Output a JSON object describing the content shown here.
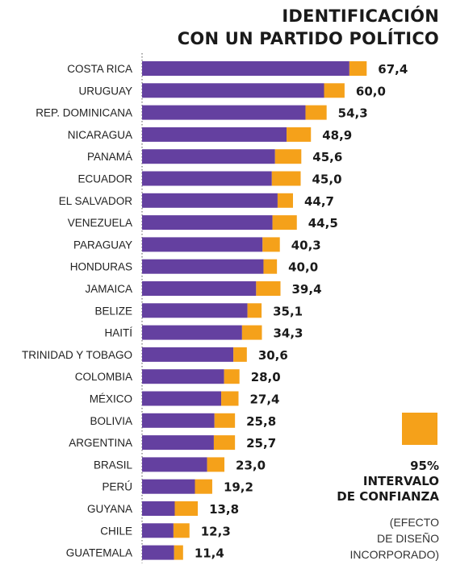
{
  "title_lines": [
    "IDENTIFICACIÓN",
    "CON UN PARTIDO POLÍTICO"
  ],
  "colors": {
    "bar": "#6440a0",
    "ci": "#f5a11a",
    "axis": "#555555"
  },
  "legend": {
    "title_lines": [
      "95%",
      "INTERVALO",
      "DE CONFIANZA"
    ],
    "note_lines": [
      "(EFECTO",
      "DE DISEÑO",
      "INCORPORADO)"
    ]
  },
  "chart_data": {
    "type": "bar",
    "orientation": "horizontal",
    "title": "IDENTIFICACIÓN CON UN PARTIDO POLÍTICO",
    "categories": [
      "COSTA RICA",
      "URUGUAY",
      "REP. DOMINICANA",
      "NICARAGUA",
      "PANAMÁ",
      "ECUADOR",
      "EL SALVADOR",
      "VENEZUELA",
      "PARAGUAY",
      "HONDURAS",
      "JAMAICA",
      "BELIZE",
      "HAITÍ",
      "TRINIDAD Y TOBAGO",
      "COLOMBIA",
      "MÉXICO",
      "BOLIVIA",
      "ARGENTINA",
      "BRASIL",
      "PERÚ",
      "GUYANA",
      "CHILE",
      "GUATEMALA"
    ],
    "values": [
      67.4,
      60.0,
      54.3,
      48.9,
      45.6,
      45.0,
      44.7,
      44.5,
      40.3,
      40.0,
      39.4,
      35.1,
      34.3,
      30.6,
      28.0,
      27.4,
      25.8,
      25.7,
      23.0,
      19.2,
      13.8,
      12.3,
      11.4
    ],
    "value_labels": [
      "67,4",
      "60,0",
      "54,3",
      "48,9",
      "45,6",
      "45,0",
      "44,7",
      "44,5",
      "40,3",
      "40,0",
      "39,4",
      "35,1",
      "34,3",
      "30,6",
      "28,0",
      "27,4",
      "25,8",
      "25,7",
      "23,0",
      "19,2",
      "13,8",
      "12,3",
      "11,4"
    ],
    "ci_lower": [
      64.7,
      56.8,
      51.0,
      45.1,
      41.5,
      40.5,
      42.3,
      40.7,
      37.6,
      37.9,
      35.6,
      32.9,
      31.2,
      28.5,
      25.6,
      24.7,
      22.6,
      22.4,
      20.3,
      16.5,
      10.2,
      9.8,
      10.0
    ],
    "ci_upper": [
      70.1,
      63.2,
      57.6,
      52.7,
      49.7,
      49.5,
      47.1,
      48.3,
      43.0,
      42.1,
      43.2,
      37.3,
      37.4,
      32.7,
      30.4,
      30.1,
      29.0,
      29.0,
      25.7,
      21.9,
      17.4,
      14.8,
      12.8
    ],
    "xlim": [
      0,
      80
    ],
    "legend": "95% INTERVALO DE CONFIANZA"
  }
}
